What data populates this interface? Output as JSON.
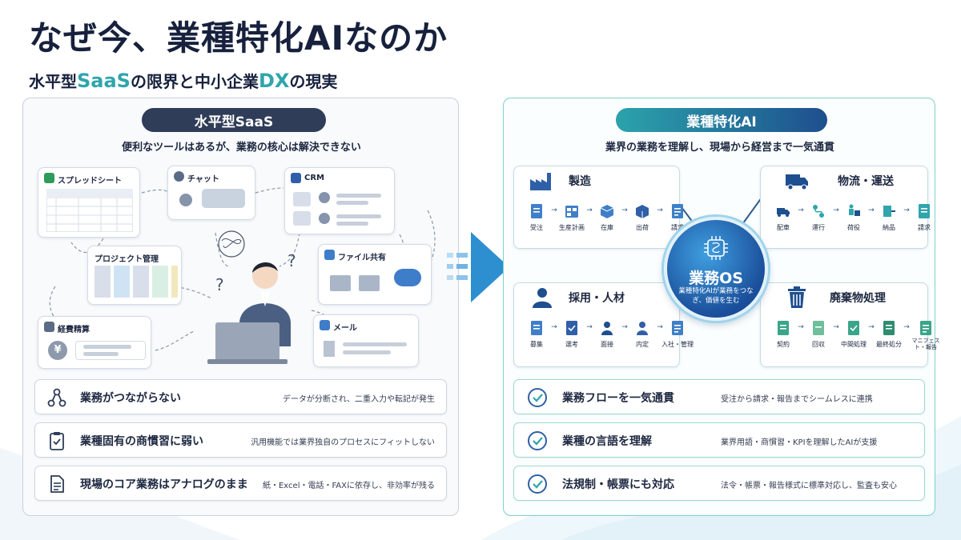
{
  "header": {
    "title": "なぜ今、業種特化AIなのか",
    "subtitle_parts": [
      "水平型",
      "SaaS",
      "の限界と中小企業",
      "DX",
      "の現実"
    ]
  },
  "left": {
    "pill": "水平型SaaS",
    "caption": "便利なツールはあるが、業務の核心は解決できない",
    "tools": {
      "spreadsheet": "スプレッドシート",
      "chat": "チャット",
      "crm": "CRM",
      "project": "プロジェクト管理",
      "file_share": "ファイル共有",
      "expense": "経費精算",
      "mail": "メール"
    },
    "problems": [
      {
        "title": "業務がつながらない",
        "desc": "データが分断され、二重入力や転記が発生"
      },
      {
        "title": "業種固有の商慣習に弱い",
        "desc": "汎用機能では業界独自のプロセスにフィットしない"
      },
      {
        "title": "現場のコア業務はアナログのまま",
        "desc": "紙・Excel・電話・FAXに依存し、非効率が残る"
      }
    ]
  },
  "right": {
    "pill": "業種特化AI",
    "caption": "業界の業務を理解し、現場から経営まで一気通貫",
    "industries": {
      "manufacturing": {
        "name": "製造",
        "steps": [
          "受注",
          "生産計画",
          "在庫",
          "出荷",
          "請求"
        ]
      },
      "logistics": {
        "name": "物流・運送",
        "steps": [
          "配車",
          "運行",
          "荷役",
          "納品",
          "請求"
        ]
      },
      "hr": {
        "name": "採用・人材",
        "steps": [
          "募集",
          "選考",
          "面接",
          "内定",
          "入社・管理"
        ]
      },
      "waste": {
        "name": "廃棄物処理",
        "steps": [
          "契約",
          "回収",
          "中間処理",
          "最終処分",
          "マニフェスト・報告"
        ]
      }
    },
    "os": {
      "title": "業務OS",
      "desc": "業種特化AIが業務をつなぎ、価値を生む"
    },
    "solutions": [
      {
        "title": "業務フローを一気通貫",
        "desc": "受注から請求・報告までシームレスに連携"
      },
      {
        "title": "業種の言語を理解",
        "desc": "業界用語・商慣習・KPIを理解したAIが支援"
      },
      {
        "title": "法規制・帳票にも対応",
        "desc": "法令・帳票・報告様式に標準対応し、監査も安心"
      }
    ]
  },
  "colors": {
    "navy": "#2f3d58",
    "teal": "#2fa5ac",
    "blue": "#1e4f8e",
    "arrow": "#2d8fd0"
  }
}
